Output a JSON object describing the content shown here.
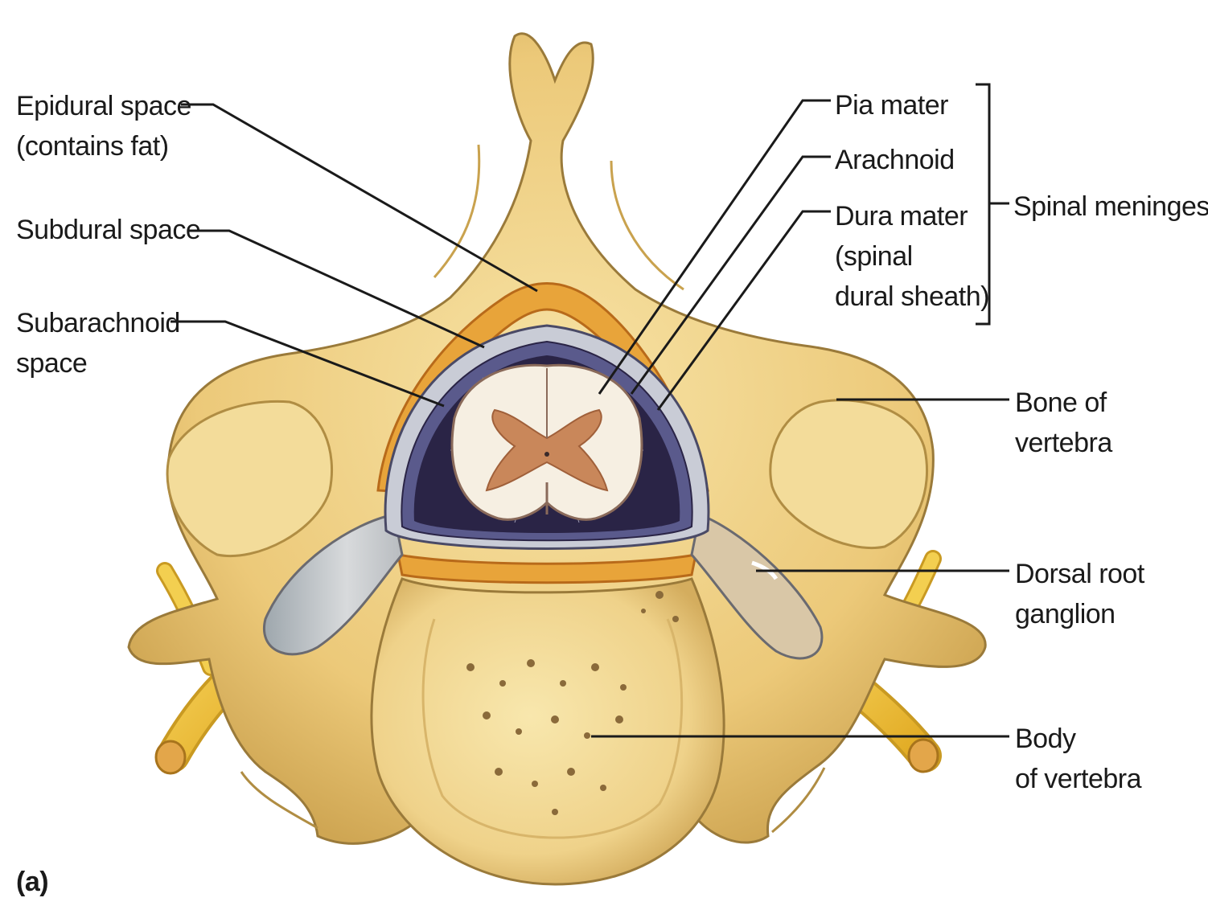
{
  "figure_tag": "(a)",
  "labels": {
    "epidural_space": [
      "Epidural space",
      "(contains fat)"
    ],
    "subdural_space": [
      "Subdural space"
    ],
    "subarachnoid_space": [
      "Subarachnoid",
      "space"
    ],
    "pia_mater": [
      "Pia mater"
    ],
    "arachnoid": [
      "Arachnoid"
    ],
    "dura_mater": [
      "Dura mater",
      "(spinal",
      "dural sheath)"
    ],
    "spinal_meninges": [
      "Spinal meninges"
    ],
    "bone_of_vertebra": [
      "Bone of",
      "vertebra"
    ],
    "dorsal_root_ganglion": [
      "Dorsal root",
      "ganglion"
    ],
    "body_of_vertebra": [
      "Body",
      "of vertebra"
    ]
  },
  "colors": {
    "bone_fill": "#f0d48a",
    "bone_shadow": "#c9a24e",
    "bone_outline": "#9a7a3a",
    "fat": "#e8a43a",
    "dura": "#c9ccd6",
    "arachnoid": "#5a5a8c",
    "subarachnoid": "#2a2446",
    "cord_white": "#f6efe2",
    "cord_gray": "#c9875a",
    "nerve": "#f2c23a",
    "ganglion": "#b5b2a8"
  }
}
